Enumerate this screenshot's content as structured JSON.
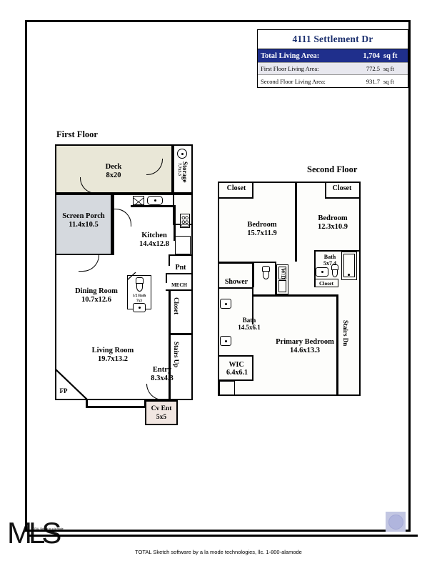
{
  "document": {
    "footer": "TOTAL Sketch software by a la mode technologies, llc. 1-800-alamode",
    "sketch_credit": "TOTAL Sketch by a la mode",
    "watermark": "MLS"
  },
  "info_table": {
    "address": "4111 Settlement Dr",
    "rows": [
      {
        "label": "Total Living Area:",
        "value": "1,704",
        "unit": "sq ft",
        "style": "total"
      },
      {
        "label": "First Floor Living Area:",
        "value": "772.5",
        "unit": "sq ft",
        "style": "alt"
      },
      {
        "label": "Second Floor Living Area:",
        "value": "931.7",
        "unit": "sq ft",
        "style": "plain"
      }
    ],
    "accent_color": "#1f2f8c",
    "title_color": "#1b2f6e"
  },
  "first_floor": {
    "title": "First Floor",
    "rooms": [
      {
        "name": "Deck",
        "dim": "8x20",
        "fill": "#e9e7d7"
      },
      {
        "name": "Storage",
        "dim": "7.7x3.3",
        "fill": "#ffffff"
      },
      {
        "name": "Screen Porch",
        "dim": "11.4x10.5",
        "fill": "#d5d9de"
      },
      {
        "name": "Kitchen",
        "dim": "14.4x12.8",
        "fill": "#fafaf8"
      },
      {
        "name": "Dining Room",
        "dim": "10.7x12.6",
        "fill": "#fafaf8"
      },
      {
        "name": "Living Room",
        "dim": "19.7x13.2",
        "fill": "#fafaf8"
      },
      {
        "name": "Entry",
        "dim": "8.3x4.3",
        "fill": "#fafaf8"
      },
      {
        "name": "Cv Ent",
        "dim": "5x5",
        "fill": "#f1e6e1"
      },
      {
        "name": "1/2 Bath",
        "dim": "7x3",
        "fill": "#ffffff"
      }
    ],
    "small_labels": [
      "Pnt",
      "MECH",
      "FP"
    ],
    "rotated_labels": [
      "Storage",
      "7.7x3.3",
      "Closet",
      "Stairs Up"
    ]
  },
  "second_floor": {
    "title": "Second Floor",
    "rooms": [
      {
        "name": "Closet",
        "dim": "",
        "fill": "#ffffff"
      },
      {
        "name": "Bedroom",
        "dim": "15.7x11.9",
        "fill": "#fafaf8"
      },
      {
        "name": "Bedroom",
        "dim": "12.3x10.9",
        "fill": "#fafaf8"
      },
      {
        "name": "Bath",
        "dim": "5x7.4",
        "fill": "#ffffff"
      },
      {
        "name": "Shower",
        "dim": "",
        "fill": "#ffffff"
      },
      {
        "name": "Bath",
        "dim": "14.5x6.1",
        "fill": "#ffffff"
      },
      {
        "name": "WIC",
        "dim": "6.4x6.1",
        "fill": "#ffffff"
      },
      {
        "name": "Primary Bedroom",
        "dim": "14.6x13.3",
        "fill": "#fafaf8"
      }
    ],
    "labels": {
      "closet_left": "Closet",
      "closet_right": "Closet",
      "closet_bath": "Closet",
      "bedroom_left_name": "Bedroom",
      "bedroom_left_dim": "15.7x11.9",
      "bedroom_right_name": "Bedroom",
      "bedroom_right_dim": "12.3x10.9",
      "bath_small_name": "Bath",
      "bath_small_dim": "5x7.4",
      "shower": "Shower",
      "bath_name": "Bath",
      "bath_dim": "14.5x6.1",
      "wic_name": "WIC",
      "wic_dim": "6.4x6.1",
      "primary_name": "Primary Bedroom",
      "primary_dim": "14.6x13.3",
      "washer_dryer": "W/D",
      "stairs_dn": "Stairs Dn"
    }
  }
}
